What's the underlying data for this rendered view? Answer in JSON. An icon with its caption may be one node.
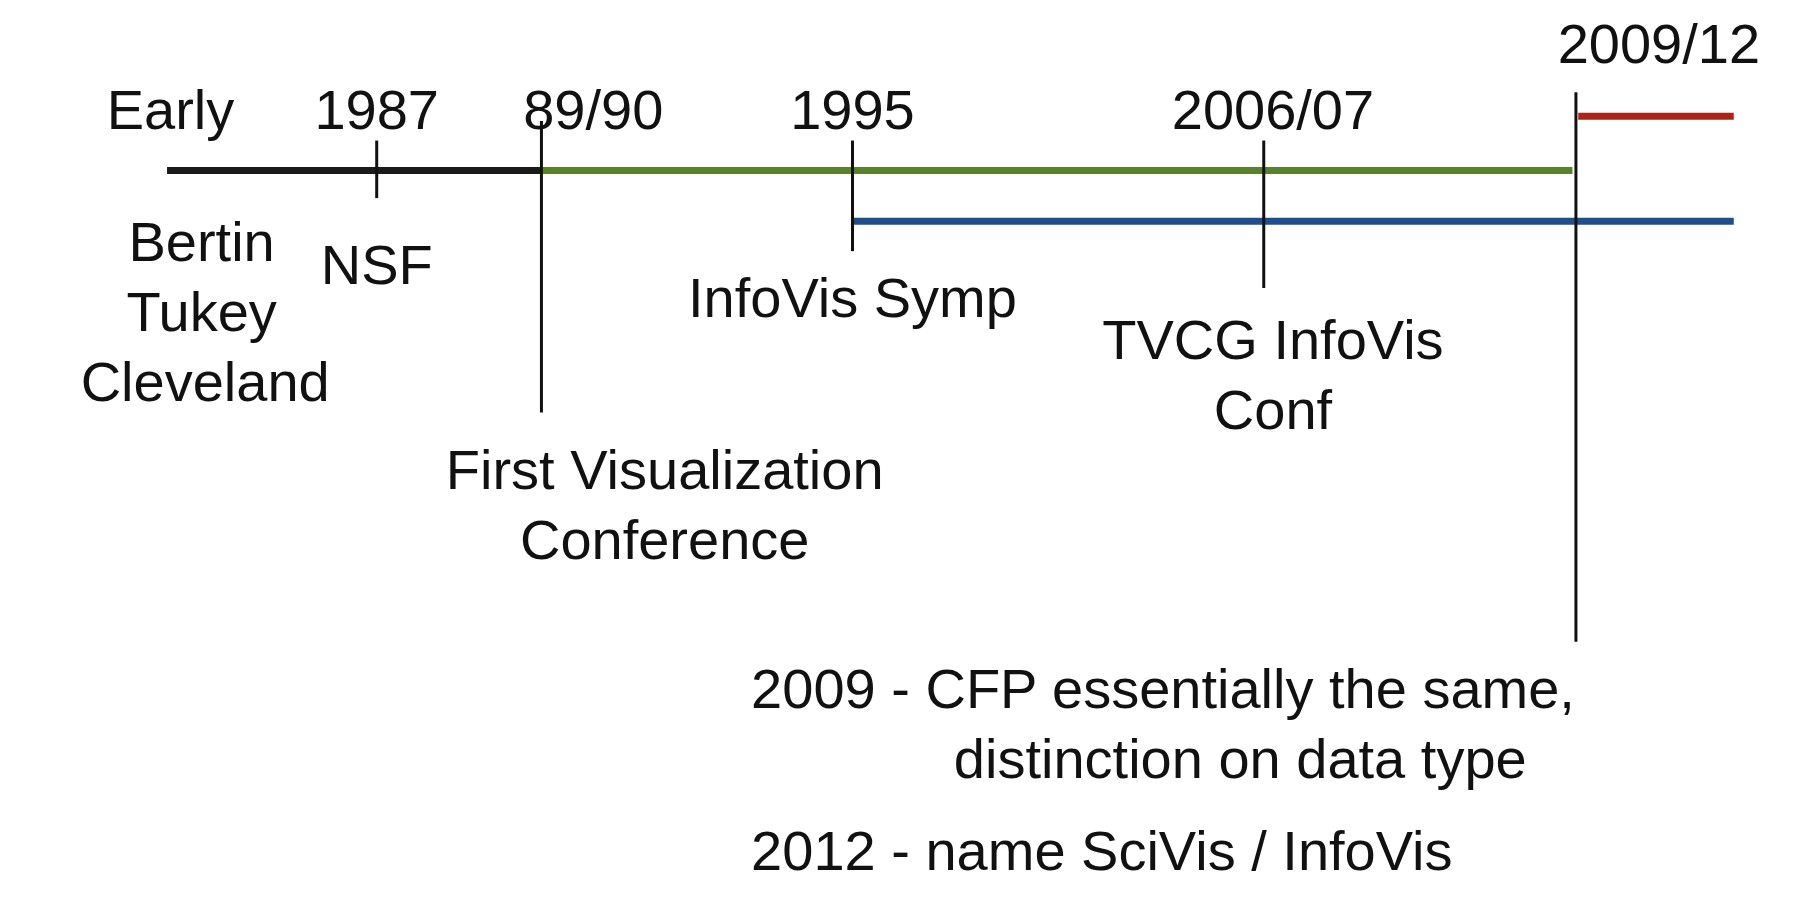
{
  "diagram": {
    "labels": [
      "2009/12",
      "Early",
      "1987",
      "89/90",
      "1995",
      "2006/07",
      "Bertin Tukey Cleveland",
      "NSF",
      "InfoVis Symp",
      "TVCG InfoVis Conf",
      "First Visualization Conference",
      "2009 - CFP essentially the same, distinction on data type",
      "2012 - name SciVis / InfoVis"
    ]
  }
}
